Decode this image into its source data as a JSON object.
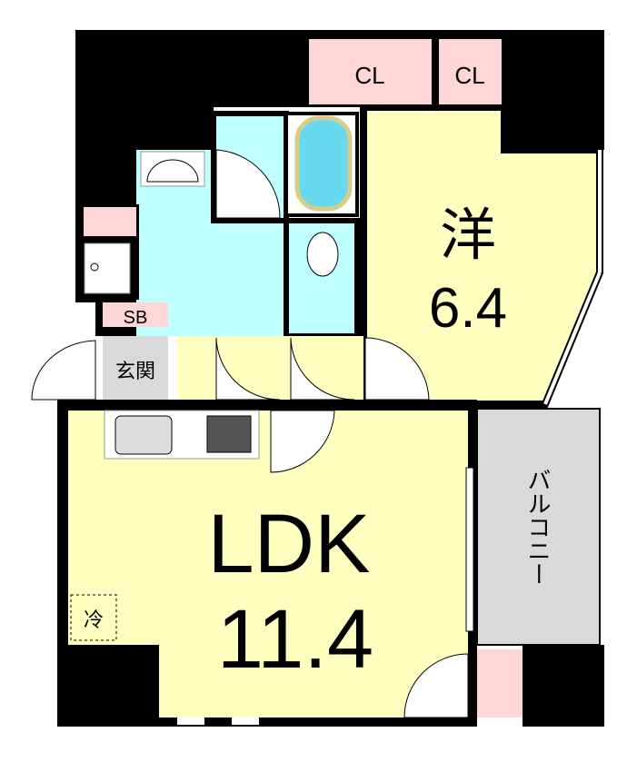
{
  "rooms": {
    "closet_1": "CL",
    "closet_2": "CL",
    "western_room_name": "洋",
    "western_room_size": "6.4",
    "shoe_box": "SB",
    "entrance": "玄関",
    "ldk_name": "LDK",
    "ldk_size": "11.4",
    "balcony": "バルコニー",
    "fridge": "冷"
  },
  "colors": {
    "wall": "#000000",
    "living": "#ffffc0",
    "wet_area": "#c0ffff",
    "storage": "#ffd6d6",
    "entrance_balcony": "#d9d9d9"
  }
}
